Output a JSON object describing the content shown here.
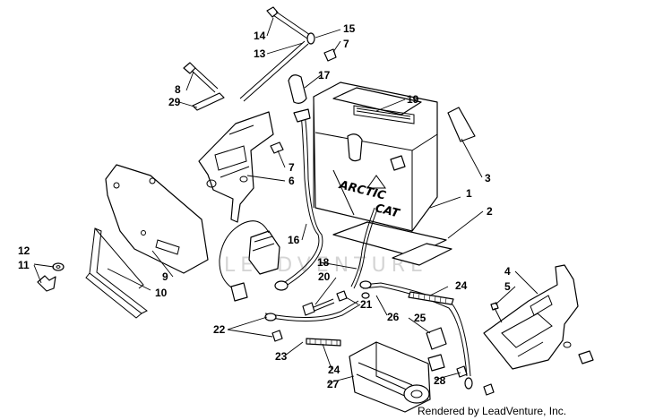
{
  "diagram": {
    "callouts": [
      "1",
      "2",
      "3",
      "4",
      "5",
      "6",
      "7",
      "7",
      "8",
      "9",
      "10",
      "11",
      "12",
      "13",
      "14",
      "15",
      "16",
      "17",
      "18",
      "19",
      "20",
      "21",
      "22",
      "23",
      "24",
      "24",
      "25",
      "26",
      "27",
      "28",
      "29"
    ],
    "watermark": "LEADVENTURE",
    "battery_brand_top": "ARCTIC",
    "battery_brand_bottom": "CAT",
    "footer": "Rendered by LeadVenture, Inc."
  }
}
